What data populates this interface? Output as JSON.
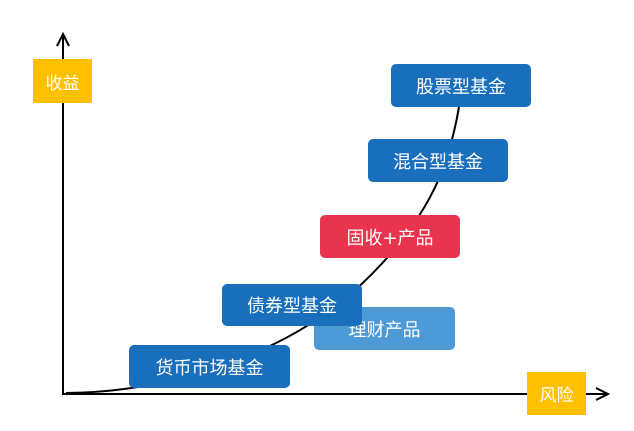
{
  "axes": {
    "y_label": "收益",
    "x_label": "风险"
  },
  "products": [
    {
      "id": "money-market",
      "label": "货币市场基金",
      "color": "#1a6fbc"
    },
    {
      "id": "bond-fund",
      "label": "债券型基金",
      "color": "#1a6fbc"
    },
    {
      "id": "wealth-product",
      "label": "理财产品",
      "color": "#4d9ad6"
    },
    {
      "id": "fixed-income-plus",
      "label": "固收+产品",
      "color": "#e8344e"
    },
    {
      "id": "hybrid-fund",
      "label": "混合型基金",
      "color": "#1a6fbc"
    },
    {
      "id": "equity-fund",
      "label": "股票型基金",
      "color": "#1a6fbc"
    }
  ],
  "colors": {
    "axis_tag": "#ffc000",
    "axis_line": "#000000",
    "curve": "#000000"
  }
}
